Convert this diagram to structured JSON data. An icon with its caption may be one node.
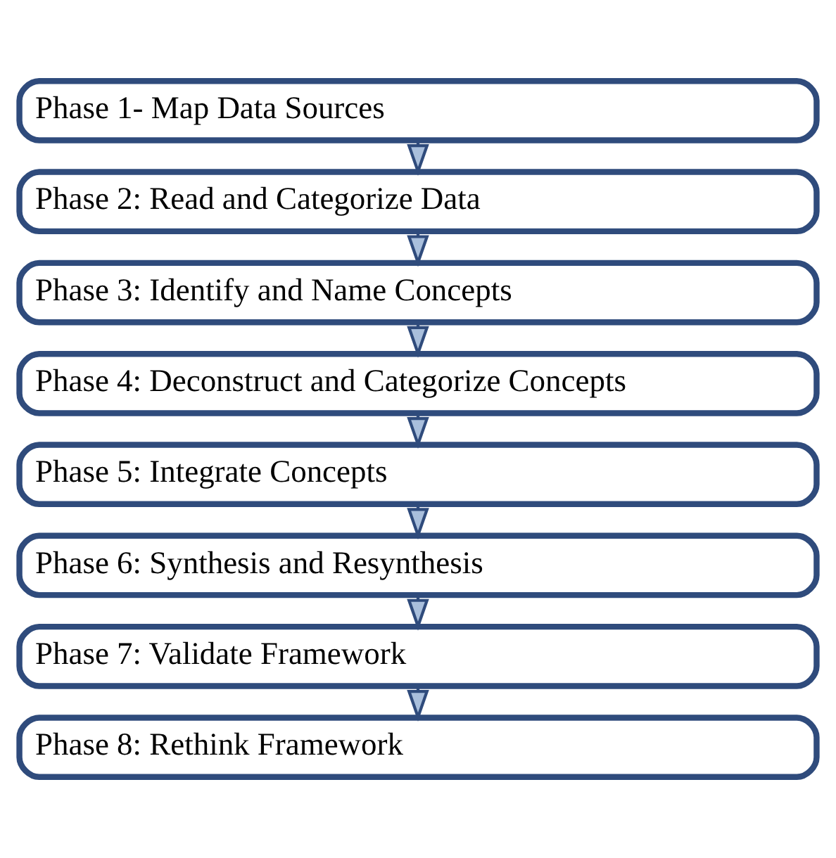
{
  "diagram": {
    "nodes": [
      {
        "text": [
          "Phase 1- Map Data Sources"
        ]
      },
      {
        "text": [
          "Phase 2: Read and Categorize Data"
        ]
      },
      {
        "text": [
          "Phase 3: Identify and Name Concepts"
        ]
      },
      {
        "text": [
          "Phase 4: Deconstruct and Categorize Concepts"
        ]
      },
      {
        "text": [
          "Phase 5: Integrate Concepts"
        ]
      },
      {
        "text": [
          "Phase 6: Synthesis and Resynthesis"
        ]
      },
      {
        "text": [
          "Phase 7: Validate Framework"
        ]
      },
      {
        "text": [
          "Phase 8: Rethink Framework"
        ]
      }
    ],
    "edges": [
      {
        "from": 0,
        "to": 1,
        "arrow": "to"
      },
      {
        "from": 1,
        "to": 2,
        "arrow": "to"
      },
      {
        "from": 2,
        "to": 3,
        "arrow": "to"
      },
      {
        "from": 3,
        "to": 4,
        "arrow": "to"
      },
      {
        "from": 4,
        "to": 5,
        "arrow": "to"
      },
      {
        "from": 5,
        "to": 6,
        "arrow": "to"
      },
      {
        "from": 6,
        "to": 7,
        "arrow": "to"
      }
    ]
  }
}
